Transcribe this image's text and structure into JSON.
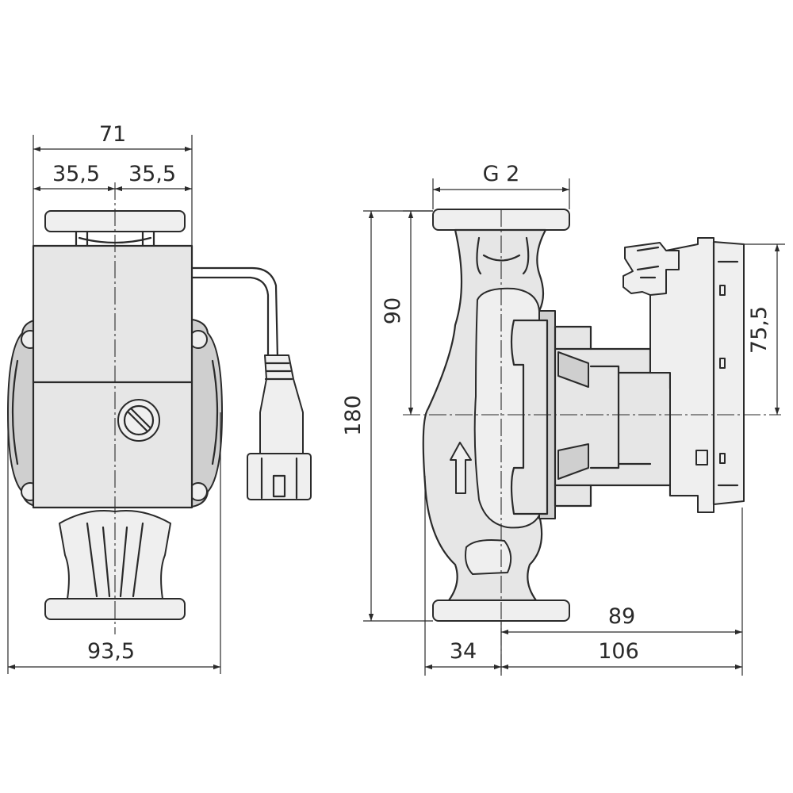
{
  "front_view": {
    "dims": {
      "top_overall": "71",
      "top_left_half": "35,5",
      "top_right_half": "35,5",
      "bottom_overall": "93,5"
    }
  },
  "side_view": {
    "dims": {
      "thread": "G 2",
      "overall_height": "180",
      "half_height": "90",
      "motor_height": "75,5",
      "motor_depth": "89",
      "inlet_offset": "34",
      "total_depth": "106"
    }
  }
}
